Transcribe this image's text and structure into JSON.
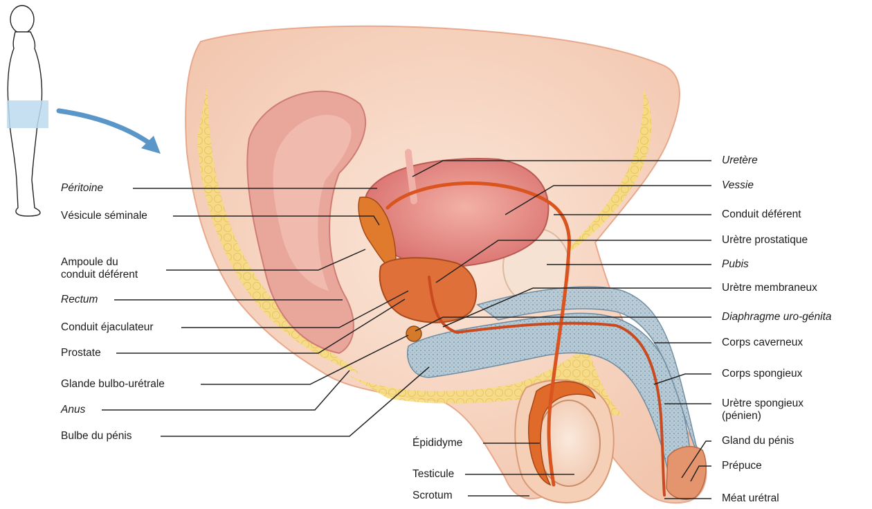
{
  "labels_left": [
    {
      "id": "peritoine",
      "text": "Péritoine",
      "italic": true
    },
    {
      "id": "vesicule",
      "text": "Vésicule séminale",
      "italic": false
    },
    {
      "id": "ampoule",
      "text": "Ampoule du\nconduit déférent",
      "italic": false
    },
    {
      "id": "rectum",
      "text": "Rectum",
      "italic": true
    },
    {
      "id": "ejaculateur",
      "text": "Conduit éjaculateur",
      "italic": false
    },
    {
      "id": "prostate",
      "text": "Prostate",
      "italic": false
    },
    {
      "id": "bulbouretrale",
      "text": "Glande bulbo-urétrale",
      "italic": false
    },
    {
      "id": "anus",
      "text": "Anus",
      "italic": true
    },
    {
      "id": "bulbe",
      "text": "Bulbe du pénis",
      "italic": false
    }
  ],
  "labels_right": [
    {
      "id": "uretere",
      "text": "Uretère",
      "italic": true
    },
    {
      "id": "vessie",
      "text": "Vessie",
      "italic": true
    },
    {
      "id": "deferent",
      "text": "Conduit déférent",
      "italic": false
    },
    {
      "id": "urprost",
      "text": "Urètre prostatique",
      "italic": false
    },
    {
      "id": "pubis",
      "text": "Pubis",
      "italic": true
    },
    {
      "id": "urmemb",
      "text": "Urètre membraneux",
      "italic": false
    },
    {
      "id": "diaphragme",
      "text": "Diaphragme uro-génita",
      "italic": true
    },
    {
      "id": "caverneux",
      "text": "Corps caverneux",
      "italic": false
    },
    {
      "id": "spongieux",
      "text": "Corps spongieux",
      "italic": false
    },
    {
      "id": "urspong",
      "text": "Urètre spongieux\n(pénien)",
      "italic": false
    },
    {
      "id": "gland",
      "text": "Gland du pénis",
      "italic": false
    },
    {
      "id": "prepuce",
      "text": "Prépuce",
      "italic": false
    },
    {
      "id": "meat",
      "text": "Méat urétral",
      "italic": false
    }
  ],
  "labels_bottom": [
    {
      "id": "epididyme",
      "text": "Épididyme",
      "italic": false
    },
    {
      "id": "testicule",
      "text": "Testicule",
      "italic": false
    },
    {
      "id": "scrotum",
      "text": "Scrotum",
      "italic": false
    }
  ],
  "colors": {
    "skin": "#f7d9c4",
    "fat": "#f4d36a",
    "tissue": "#f0a98a",
    "bladder": "#e88a86",
    "duct": "#d9541e",
    "spongy": "#b9cbd6",
    "pointer": "#222222",
    "arrow": "#5b96c8",
    "highlight": "#bcd9ee"
  }
}
